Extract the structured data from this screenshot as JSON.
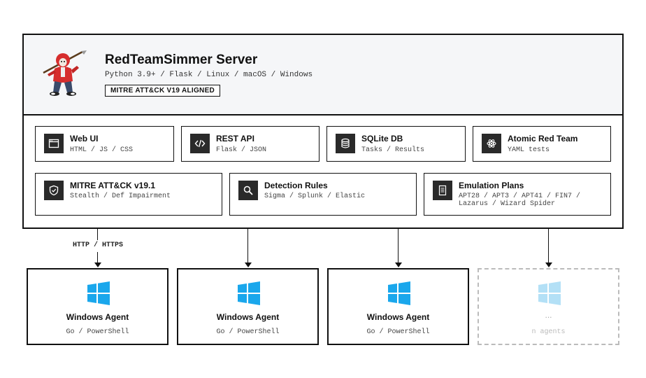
{
  "server": {
    "title": "RedTeamSimmer Server",
    "subtitle": "Python 3.9+ / Flask / Linux / macOS / Windows",
    "badge": "MITRE ATT&CK V19 ALIGNED"
  },
  "components": [
    {
      "title": "Web UI",
      "subtitle": "HTML / JS / CSS",
      "icon": "window-icon"
    },
    {
      "title": "REST API",
      "subtitle": "Flask / JSON",
      "icon": "code-icon"
    },
    {
      "title": "SQLite DB",
      "subtitle": "Tasks / Results",
      "icon": "database-icon"
    },
    {
      "title": "Atomic Red Team",
      "subtitle": "YAML tests",
      "icon": "atom-icon"
    },
    {
      "title": "MITRE ATT&CK v19.1",
      "subtitle": "Stealth / Def Impairment",
      "icon": "shield-check-icon"
    },
    {
      "title": "Detection Rules",
      "subtitle": "Sigma / Splunk / Elastic",
      "icon": "search-icon"
    },
    {
      "title": "Emulation Plans",
      "subtitle": "APT28 / APT3 / APT41 / FIN7 / Lazarus / Wizard Spider",
      "icon": "document-icon"
    }
  ],
  "connection_label": "HTTP / HTTPS",
  "agents": [
    {
      "title": "Windows Agent",
      "subtitle": "Go / PowerShell",
      "icon": "windows-logo-icon"
    },
    {
      "title": "Windows Agent",
      "subtitle": "Go / PowerShell",
      "icon": "windows-logo-icon"
    },
    {
      "title": "Windows Agent",
      "subtitle": "Go / PowerShell",
      "icon": "windows-logo-icon"
    },
    {
      "title": "...",
      "subtitle": "n agents",
      "icon": "windows-logo-icon"
    }
  ],
  "colors": {
    "border": "#111111",
    "header_bg": "#f5f6f8",
    "icon_bg": "#2a2a2a",
    "windows_blue": "#1aa7ec",
    "windows_blue_faded": "#b3e0f6",
    "mascot_red": "#d62d2d"
  }
}
